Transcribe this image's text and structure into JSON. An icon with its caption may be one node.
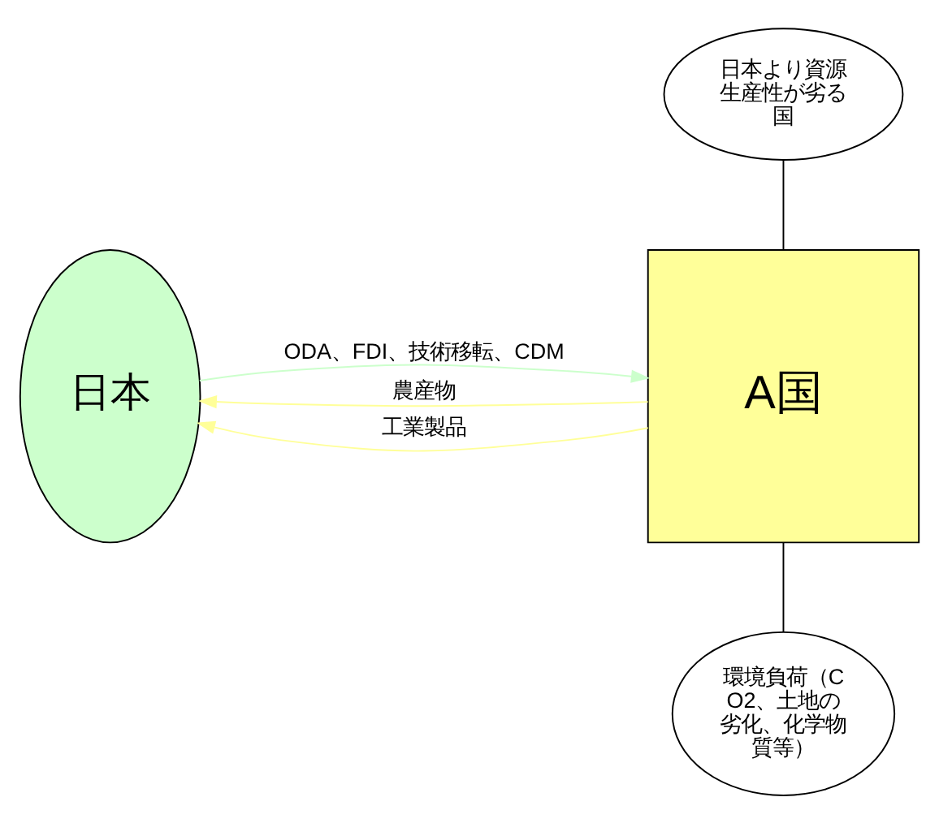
{
  "diagram": {
    "nodes": [
      {
        "text": [
          "日本"
        ]
      },
      {
        "text": [
          "A国"
        ]
      },
      {
        "text": [
          "日本より資源生産性が劣る国"
        ]
      },
      {
        "text": [
          "環境負荷（CO2、土地の劣化、化学物質等）"
        ]
      }
    ],
    "edges": [
      {
        "from": 0,
        "to": 1,
        "arrow": "to",
        "label": "ODA、FDI、技術移転、CDM",
        "color": "#ccffcc"
      },
      {
        "from": 1,
        "to": 0,
        "arrow": "to",
        "label": "農産物",
        "color": "#ffff99"
      },
      {
        "from": 1,
        "to": 0,
        "arrow": "to",
        "label": "工業製品",
        "color": "#ffff99"
      },
      {
        "from": 2,
        "to": 1,
        "arrow": "none",
        "color": "#000000"
      },
      {
        "from": 3,
        "to": 1,
        "arrow": "none",
        "color": "#000000"
      }
    ]
  }
}
